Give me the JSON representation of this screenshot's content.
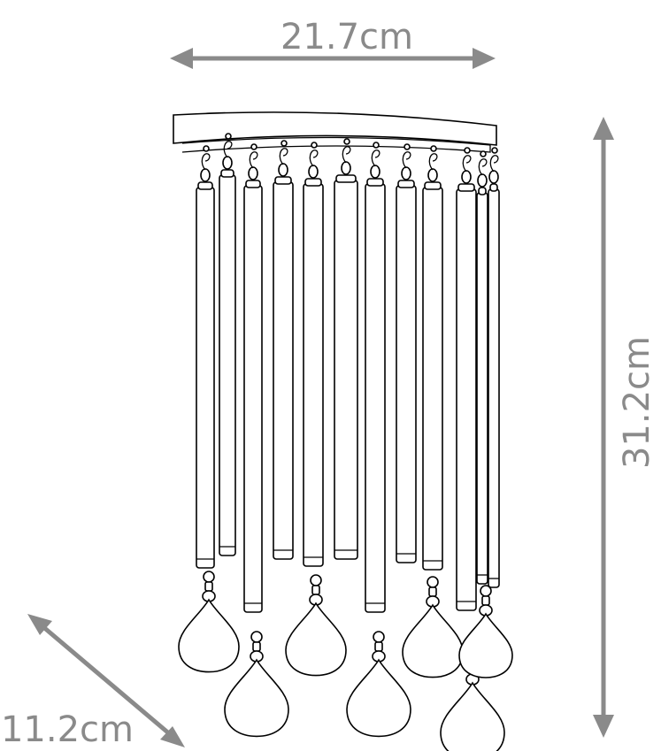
{
  "dimensions": {
    "width": "21.7cm",
    "height": "31.2cm",
    "depth": "11.2cm"
  },
  "colors": {
    "dimension": "#8a8a8a",
    "line": "#000000",
    "background": "#ffffff"
  }
}
